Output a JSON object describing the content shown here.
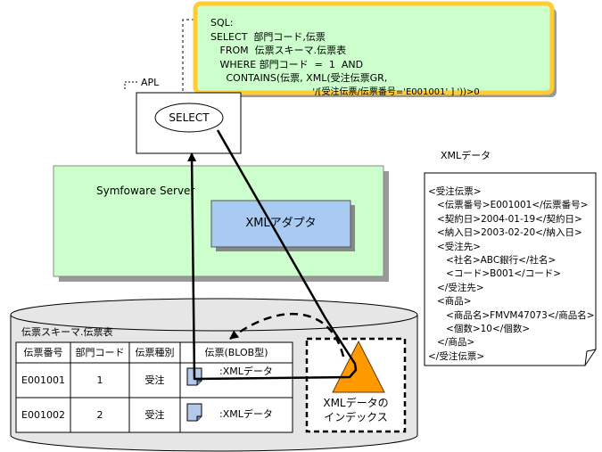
{
  "sql_box": {
    "lines": [
      "SQL:",
      "SELECT  部門コード,伝票",
      "   FROM  伝票スキーマ.伝票表",
      "   WHERE 部門コード  =  1  AND",
      "     CONTAINS(伝票, XML(受注伝票GR,",
      "                                    '/[受注伝票/伝票番号='E001001' ] '))>0"
    ]
  },
  "apl": {
    "label": "APL",
    "select_label": "SELECT"
  },
  "server": {
    "label": "Symfoware Server",
    "adapter_label": "XMLアダプタ"
  },
  "db": {
    "table_title": "伝票スキーマ.伝票表",
    "headers": [
      "伝票番号",
      "部門コード",
      "伝票種別",
      "伝票(BLOB型)"
    ],
    "rows": [
      {
        "no": "E001001",
        "dept": "1",
        "type": "受注",
        "blob": ":XMLデータ"
      },
      {
        "no": "E001002",
        "dept": "2",
        "type": "受注",
        "blob": ":XMLデータ"
      }
    ]
  },
  "index": {
    "label_line1": "XMLデータの",
    "label_line2": "インデックス"
  },
  "xml_doc": {
    "title": "XMLデータ",
    "lines": [
      "<受注伝票>",
      "   <伝票番号>E001001</伝票番号>",
      "   <契約日>2004-01-19</契約日>",
      "   <納入日>2003-02-20</納入日>",
      "   <受注先>",
      "      <社名>ABC銀行</社名>",
      "      <コード>B001</コード>",
      "   </受注先>",
      "   <商品>",
      "      <商品名>FMVM47073</商品名>",
      "      <個数>10</個数>",
      "   </商品>",
      "</受注伝票>"
    ]
  },
  "colors": {
    "sql_bg": "#ccffcc",
    "sql_border": "#ffcc33",
    "server_bg": "#ccffcc",
    "adapter_bg": "#a9cbf2",
    "db_bg": "#e6e6e6",
    "index_triangle": "#ff9900",
    "icon_blue": "#b4c8ec"
  }
}
